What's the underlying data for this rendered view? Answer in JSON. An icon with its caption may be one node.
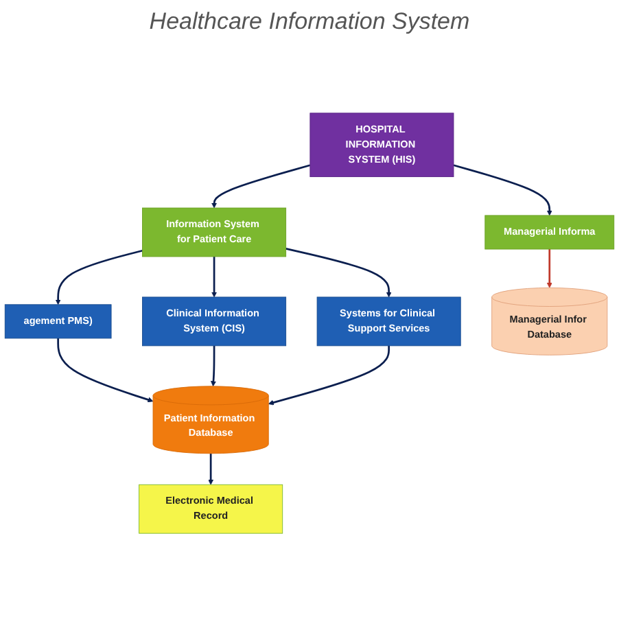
{
  "diagram": {
    "title": "Healthcare Information System",
    "nodes": [
      {
        "text": [
          "HOSPITAL INFORMATION SYSTEM (HIS)"
        ]
      },
      {
        "text": [
          "Information System for Patient Care"
        ]
      },
      {
        "text": [
          "Managerial Informa"
        ]
      },
      {
        "text": [
          "agement PMS)"
        ]
      },
      {
        "text": [
          "Clinical Information System (CIS)"
        ]
      },
      {
        "text": [
          "Systems for Clinical Support Services"
        ]
      },
      {
        "text": [
          "Patient Information Database"
        ]
      },
      {
        "text": [
          "Managerial Infor Database"
        ]
      },
      {
        "text": [
          "Electronic Medical Record"
        ]
      }
    ],
    "edges": [
      {
        "from": 0,
        "to": 1,
        "arrow": "to"
      },
      {
        "from": 0,
        "to": 2,
        "arrow": "to"
      },
      {
        "from": 1,
        "to": 3,
        "arrow": "to"
      },
      {
        "from": 1,
        "to": 4,
        "arrow": "to"
      },
      {
        "from": 1,
        "to": 5,
        "arrow": "to"
      },
      {
        "from": 3,
        "to": 6,
        "arrow": "to"
      },
      {
        "from": 4,
        "to": 6,
        "arrow": "to"
      },
      {
        "from": 5,
        "to": 6,
        "arrow": "to"
      },
      {
        "from": 2,
        "to": 7,
        "arrow": "to",
        "color": "#c0392b"
      },
      {
        "from": 6,
        "to": 8,
        "arrow": "to"
      }
    ]
  }
}
